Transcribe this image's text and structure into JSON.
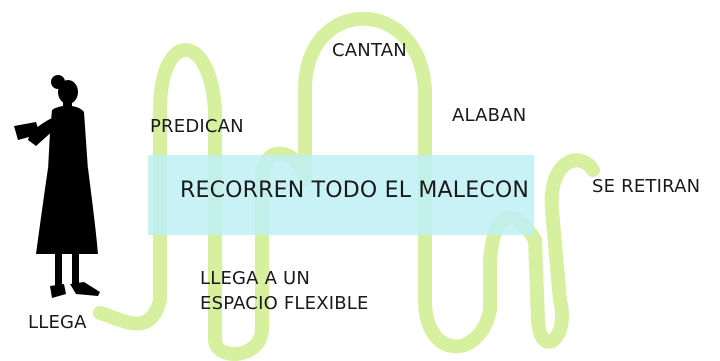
{
  "labels": {
    "llega": "LLEGA",
    "predican": "PREDICAN",
    "cantan": "CANTAN",
    "alaban": "ALABAN",
    "recorren": "RECORREN TODO EL MALECON",
    "espacio_line1": "LLEGA A UN",
    "espacio_line2": "ESPACIO FLEXIBLE",
    "se_retiran": "SE RETIRAN"
  },
  "colors": {
    "path": "#d6f0a0",
    "band": "#c0f0f4",
    "silhouette": "#000000",
    "text": "#1a1a1a"
  }
}
